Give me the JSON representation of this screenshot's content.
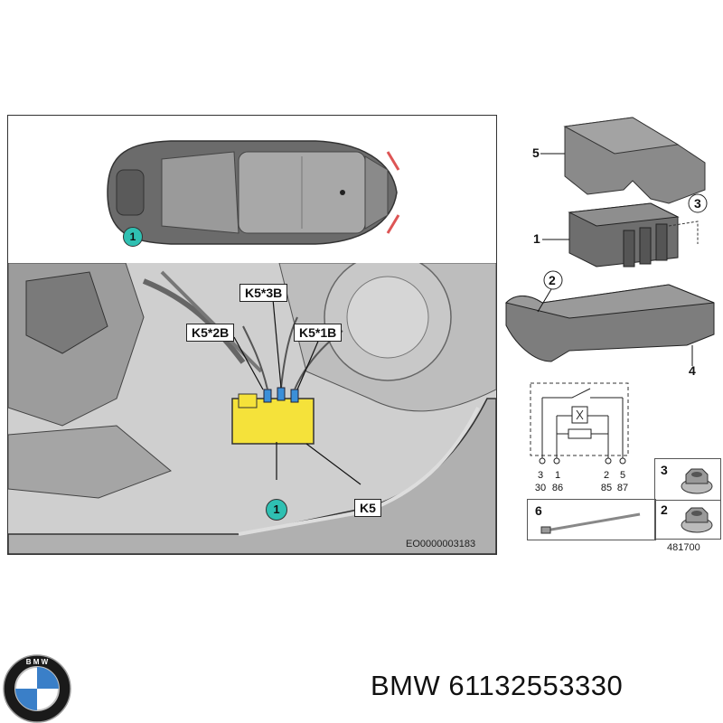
{
  "diagram": {
    "car_marker": "1",
    "callouts": {
      "k5_3b": "K5*3B",
      "k5_2b": "K5*2B",
      "k5_1b": "K5*1B",
      "k5": "K5",
      "marker_1": "1"
    },
    "image_code": "EO0000003183"
  },
  "parts": {
    "labels": [
      "5",
      "1",
      "3",
      "2",
      "4"
    ],
    "schematic": {
      "pin_numbers": [
        "3",
        "1",
        "2",
        "5"
      ],
      "terminals": [
        "30",
        "86",
        "85",
        "87"
      ]
    },
    "hardware": [
      {
        "num": "3",
        "item": "flange nut"
      },
      {
        "num": "2",
        "item": "flange nut"
      },
      {
        "num": "6",
        "item": "cable tie"
      }
    ],
    "reference": "481700"
  },
  "footer": {
    "brand": "BMW",
    "part_number": "BMW 61132553330"
  },
  "colors": {
    "highlight": "#f5e23a",
    "marker": "#2fc0b2",
    "connector_blue": "#3b8fd8",
    "part_gray": "#7a7a7a"
  }
}
